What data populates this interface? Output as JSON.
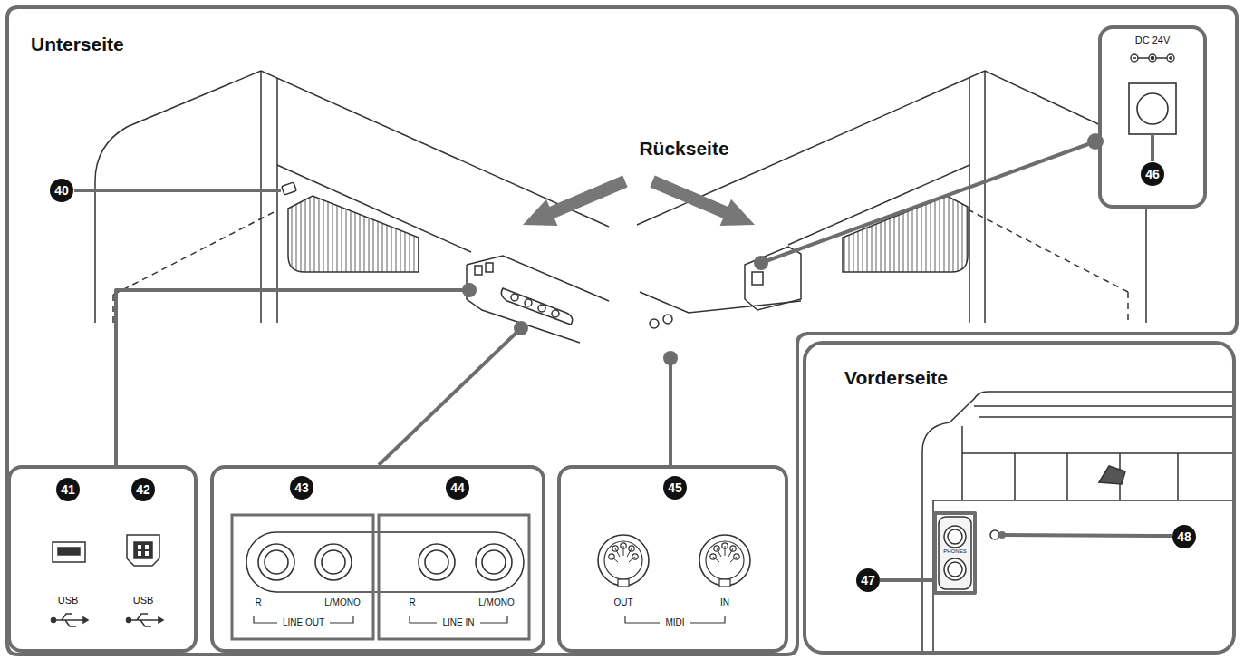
{
  "diagram": {
    "nodes": [
      {
        "text": [
          "Unterseite"
        ]
      },
      {
        "text": [
          "DC 24V"
        ],
        "in": 0
      },
      {
        "text": [
          "USB",
          "USB"
        ],
        "in": 0
      },
      {
        "text": [
          "R",
          "L/MONO",
          "LINE OUT",
          "R",
          "L/MONO",
          "LINE IN"
        ],
        "in": 0
      },
      {
        "text": [
          "OUT",
          "IN",
          "MIDI"
        ],
        "in": 0
      },
      {
        "text": [
          "Vorderseite"
        ]
      }
    ],
    "labels": [
      "Rückseite",
      "40",
      "41",
      "42",
      "43",
      "44",
      "45",
      "46",
      "47",
      "48",
      "PHONES"
    ]
  }
}
